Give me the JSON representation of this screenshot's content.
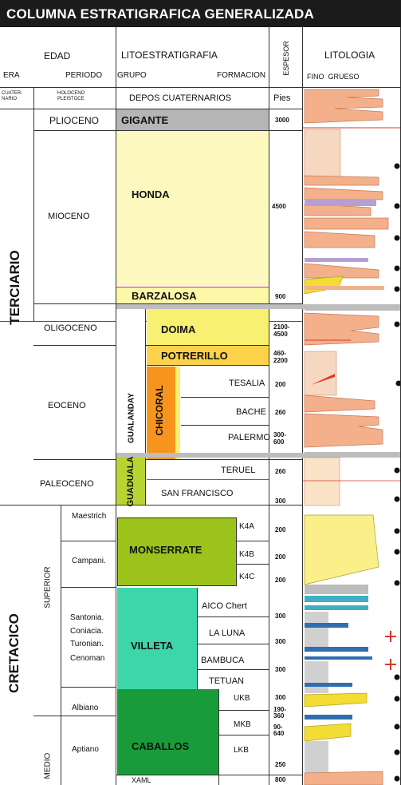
{
  "title": "COLUMNA ESTRATIGRAFICA GENERALIZADA",
  "headers": {
    "edad": "EDAD",
    "era": "ERA",
    "periodo": "PERIODO",
    "litoestratigrafia": "LITOESTRATIGRAFIA",
    "grupo": "GRUPO",
    "formacion": "FORMACION",
    "espesor": "ESPESOR",
    "litologia": "LITOLOGIA",
    "fino_grueso": "FINO  GRUESO"
  },
  "eras": {
    "cuaternario": "CUATER-\nNARIO",
    "terciario": "TERCIARIO",
    "cretacico": "CRETACICO"
  },
  "periods": {
    "holoceno": "HOLOCENO\nPLEISTOCE",
    "plioceno": "PLIOCENO",
    "mioceno": "MIOCENO",
    "oligoceno": "OLIGOCENO",
    "eoceno": "EOCENO",
    "paleoceno": "PALEOCENO",
    "superior": "SUPERIOR",
    "medio": "MEDIO"
  },
  "stages": {
    "maestrich": "Maestrich",
    "campani": "Campani.",
    "santonia": "Santonia.",
    "coniacia": "Coniacia.",
    "turonian": "Turonian.",
    "cenoman": "Cenoman",
    "albiano": "Albiano",
    "aptiano": "Aptiano"
  },
  "groups": {
    "gualanday": "GUALANDAY",
    "chicoral": "CHICORAL",
    "guaduala": "GUADUALA"
  },
  "formations": {
    "depos": "DEPOS CUATERNARIOS",
    "gigante": "GIGANTE",
    "honda": "HONDA",
    "barzalosa": "BARZALOSA",
    "doima": "DOIMA",
    "potrerillo": "POTRERILLO",
    "tesalia": "TESALIA",
    "bache": "BACHE",
    "palermo": "PALERMO",
    "teruel": "TERUEL",
    "san_francisco": "SAN FRANCISCO",
    "monserrate": "MONSERRATE",
    "k4a": "K4A",
    "k4b": "K4B",
    "k4c": "K4C",
    "villeta": "VILLETA",
    "aico": "AICO Chert",
    "la_luna": "LA LUNA",
    "bambuca": "BAMBUCA",
    "tetuan": "TETUAN",
    "caballos": "CABALLOS",
    "ukb": "UKB",
    "mkb": "MKB",
    "lkb": "LKB",
    "xaml": "XAML"
  },
  "thickness": {
    "pies": "Pies",
    "gigante": "3000",
    "honda": "4500",
    "barzalosa": "900",
    "doima": "2100-\n4500",
    "potrerillo": "460-\n2200",
    "tesalia": "200",
    "bache": "260",
    "palermo": "300-\n600",
    "teruel": "260",
    "san_francisco": "300",
    "k4a": "200",
    "k4b": "200",
    "k4c": "200",
    "aico": "300",
    "la_luna": "300",
    "bambuca": "300",
    "tetuan": "300",
    "ukb": "190-\n360",
    "mkb": "90-\n640",
    "lkb": "250",
    "last": "800"
  },
  "colors": {
    "gigante": "#b5b5b5",
    "honda": "#fdf8c0",
    "doima": "#f7f070",
    "potrerillo": "#fbd24a",
    "chicoral": "#f7941d",
    "guaduala": "#b7d433",
    "monserrate": "#9cc31c",
    "villeta": "#3dd6a8",
    "caballos": "#1a9b3a",
    "header_bar": "#1b1b1b",
    "sand": "#f3b08a",
    "sand_yellow": "#f3dd35",
    "shale_blue": "#3f8fd0",
    "red_line": "#d9382e"
  }
}
